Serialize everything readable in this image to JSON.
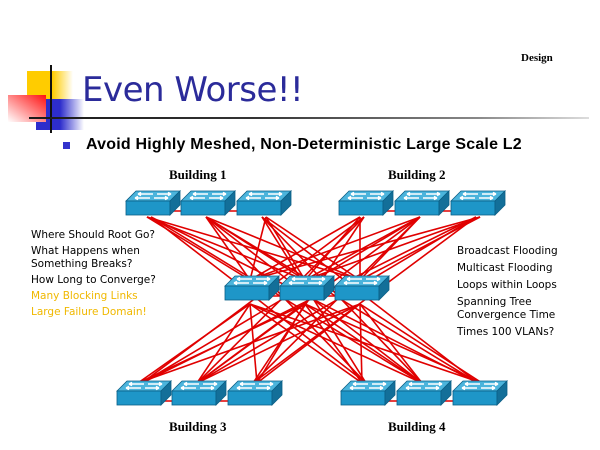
{
  "header": {
    "section_label": "Design",
    "title": "Even Worse!!",
    "bullet": "Avoid Highly Meshed, Non-Deterministic Large Scale L2"
  },
  "colors": {
    "title": "#2b2b9a",
    "link": "#e00000",
    "switch_top": "#4bb4dc",
    "switch_front": "#1e96c8",
    "warning_text": "#f0b800"
  },
  "diagram": {
    "buildings": [
      {
        "label": "Building 1",
        "switch_count": 3
      },
      {
        "label": "Building 2",
        "switch_count": 3
      },
      {
        "label": "Building 3",
        "switch_count": 3
      },
      {
        "label": "Building 4",
        "switch_count": 3
      }
    ],
    "core": {
      "switch_count": 3
    },
    "node_icon": "layer2-switch-icon"
  },
  "left_notes": {
    "questions": [
      "Where Should Root Go?",
      "What Happens when Something Breaks?",
      "How Long to Converge?"
    ],
    "warnings": [
      "Many Blocking Links",
      "Large Failure Domain!"
    ]
  },
  "right_notes": {
    "items": [
      "Broadcast Flooding",
      "Multicast Flooding",
      "Loops within Loops",
      "Spanning Tree Convergence Time",
      "Times 100 VLANs?"
    ]
  }
}
